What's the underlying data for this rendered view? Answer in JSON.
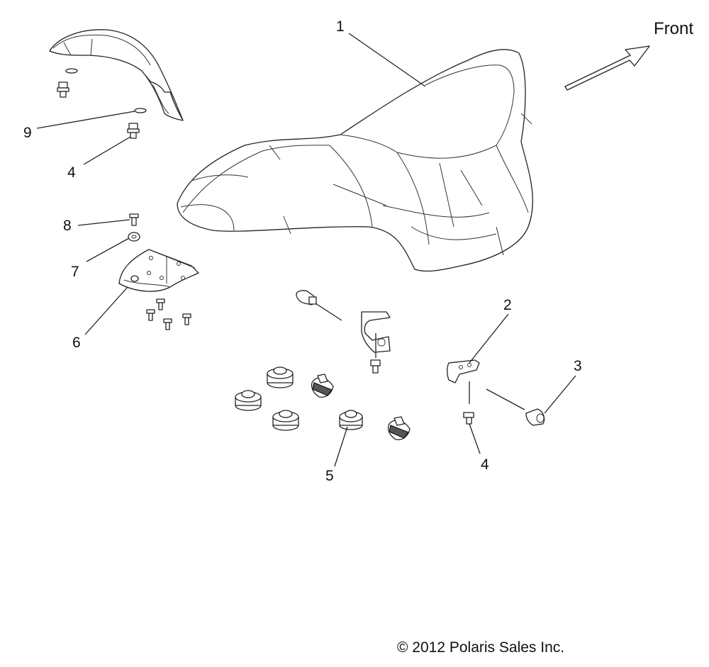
{
  "direction_label": "Front",
  "copyright": "© 2012 Polaris Sales Inc.",
  "callouts": {
    "c1": "1",
    "c2": "2",
    "c3": "3",
    "c4a": "4",
    "c4b": "4",
    "c5": "5",
    "c6": "6",
    "c7": "7",
    "c8": "8",
    "c9": "9"
  }
}
